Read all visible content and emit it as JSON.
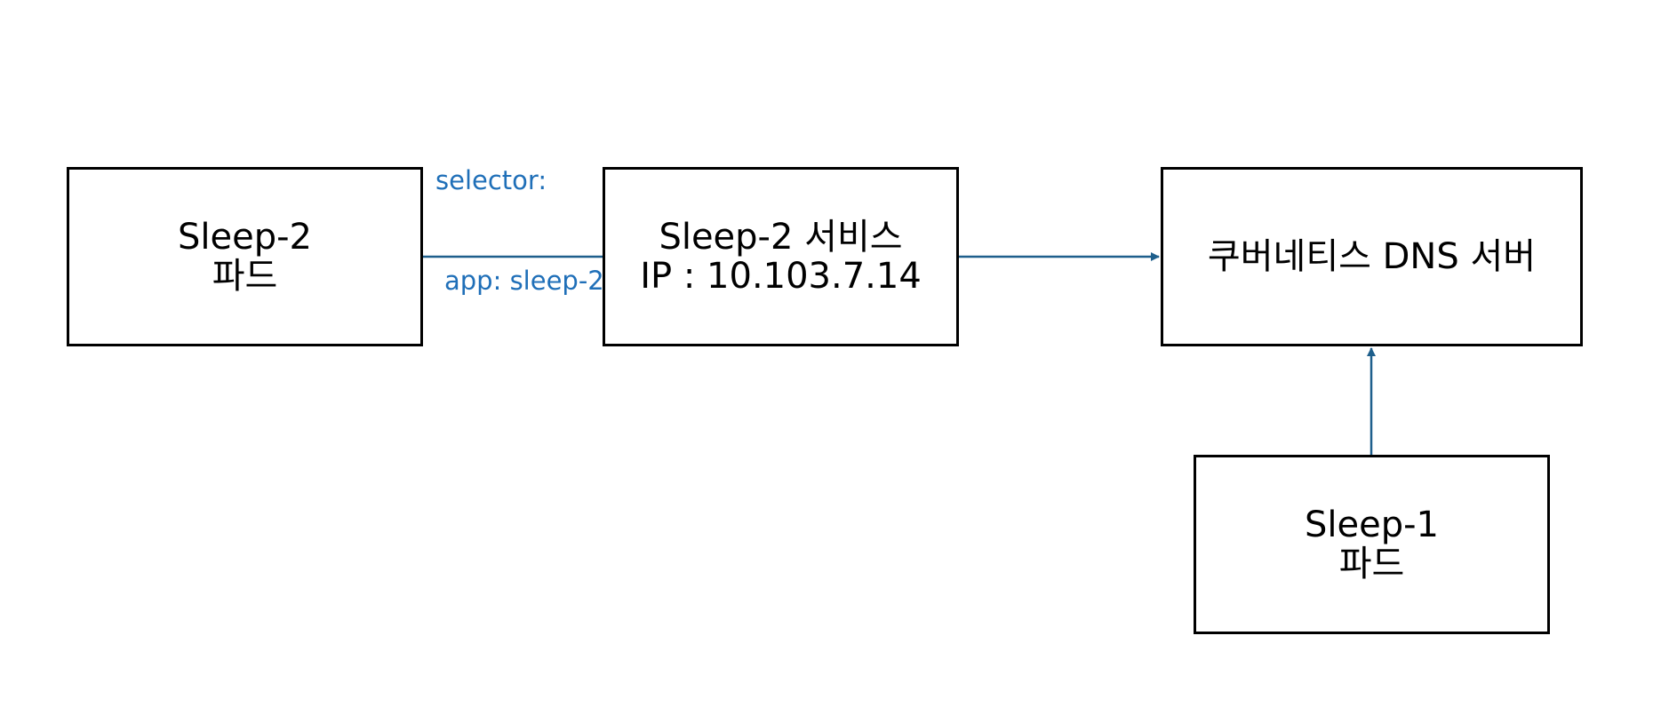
{
  "nodes": {
    "sleep2_pod": {
      "line1": "Sleep-2",
      "line2": "파드"
    },
    "sleep2_service": {
      "line1": "Sleep-2 서비스",
      "line2": "IP : 10.103.7.14"
    },
    "dns_server": {
      "label": "쿠버네티스 DNS 서버"
    },
    "sleep1_pod": {
      "line1": "Sleep-1",
      "line2": "파드"
    }
  },
  "selector_note": {
    "line1": "selector:",
    "line2": "app: sleep-2"
  },
  "colors": {
    "connector": "#1e5f8c",
    "annotation": "#1f6fb8",
    "box_border": "#000000"
  }
}
